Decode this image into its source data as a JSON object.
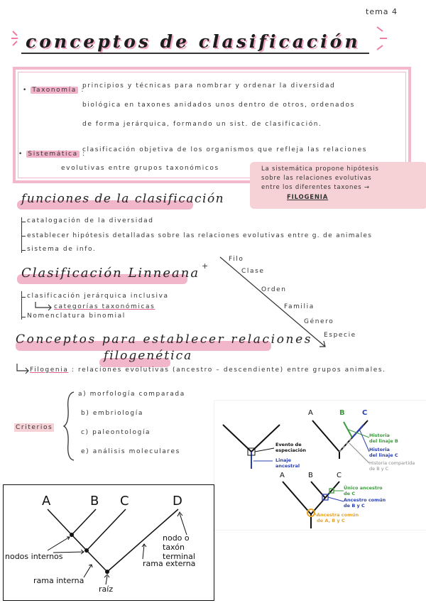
{
  "tag": "tema 4",
  "title": "conceptos de clasificación",
  "definitions": [
    {
      "term": "Taxonomía",
      "lines": [
        "principios y técnicas para nombrar y ordenar la diversidad",
        "biológica en taxones anidados unos dentro de otros, ordenados",
        "de forma jerárquica, formando un sist. de clasificación."
      ]
    },
    {
      "term": "Sistemática",
      "lines": [
        "clasificación objetiva de los organismos que refleja las relaciones",
        "evolutivas entre grupos taxonómicos"
      ]
    }
  ],
  "note": {
    "lines": [
      "La sistemática propone hipótesis",
      "sobre las relaciones evolutivas",
      "entre los diferentes taxones →"
    ],
    "keyword": "FILOGENIA"
  },
  "funciones": {
    "heading": "funciones de la clasificación",
    "items": [
      "catalogación de la diversidad",
      "establecer hipótesis detalladas sobre las relaciones evolutivas entre g. de animales",
      "sistema de info."
    ]
  },
  "linneana": {
    "heading": "Clasificación Linneana",
    "items": [
      "clasificación jerárquica inclusiva",
      "categorías taxonómicas",
      "Nomenclatura binomial"
    ],
    "ranks": [
      "Filo",
      "Clase",
      "Orden",
      "Familia",
      "Género",
      "Especie"
    ]
  },
  "conceptos": {
    "heading_line1": "Conceptos para establecer relaciones",
    "heading_line2": "filogenética",
    "filogenia_term": "Filogenia",
    "filogenia_def": "relaciones evolutivas (ancestro – descendiente) entre grupos animales."
  },
  "criterios": {
    "label": "Criterios",
    "items": [
      "a) morfología comparada",
      "b) embriología",
      "c) paleontología",
      "e) análisis moleculares"
    ]
  },
  "figure_right": {
    "labels_top": [
      "A",
      "B",
      "C"
    ],
    "evento": [
      "Evento de",
      "especiación"
    ],
    "linaje": [
      "Linaje",
      "ancestral"
    ],
    "historia_b": [
      "Historia",
      "del linaje B"
    ],
    "historia_c": [
      "Historia",
      "del linaje C"
    ],
    "historia_comp": [
      "Historia compartida",
      "de B y C"
    ],
    "labels_bottom": [
      "A",
      "B",
      "C"
    ],
    "unico": [
      "Único ancestro",
      "de C"
    ],
    "ancestro_bc": [
      "Ancestro común",
      "de B y C"
    ],
    "ancestra_abc": [
      "Ancestra común",
      "de A, B y C"
    ],
    "colors": {
      "green": "#3c9a3c",
      "blue": "#2a3fae",
      "gray": "#8a8a8a",
      "orange": "#e6a32a"
    }
  },
  "figure_left": {
    "taxa": [
      "A",
      "B",
      "C",
      "D"
    ],
    "nodos_internos": "nodos internos",
    "nodo_terminal": "nodo o taxón terminal",
    "rama_interna": "rama interna",
    "rama_externa": "rama externa",
    "raiz": "raíz"
  }
}
